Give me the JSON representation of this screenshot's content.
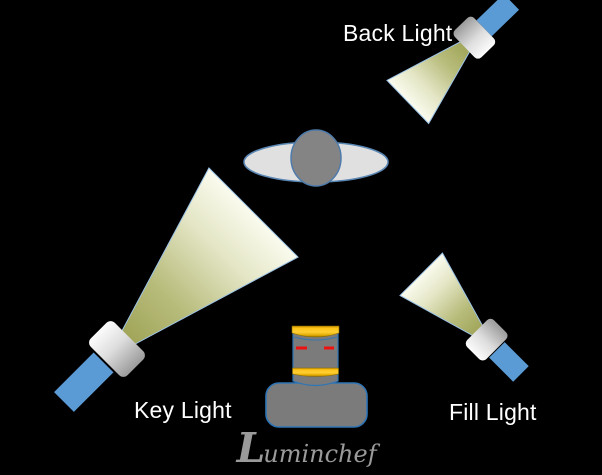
{
  "labels": {
    "back_light": "Back Light",
    "key_light": "Key Light",
    "fill_light": "Fill Light"
  },
  "watermark": {
    "text": "Luminchef"
  },
  "colors": {
    "background": "#000000",
    "beam_olive": "#9fa457",
    "beam_pale": "#fafbee",
    "beam_outline": "#9dc3e6",
    "flashlight_handle_blue": "#5b9bd5",
    "flashlight_head_light": "#fcfcfc",
    "flashlight_head_dark": "#9b9b9b",
    "subject_shoulders_gray": "#e0e0e0",
    "subject_head_gray": "#848484",
    "subject_outline_blue": "#5b87b5",
    "camera_gray": "#7b7b7b",
    "camera_outline_blue": "#2e75b6",
    "lens_band_gold": "#ffc000",
    "lens_marks_red": "#ee1111",
    "label_text": "#ffffff",
    "watermark_gray": "#9a9a9a"
  }
}
